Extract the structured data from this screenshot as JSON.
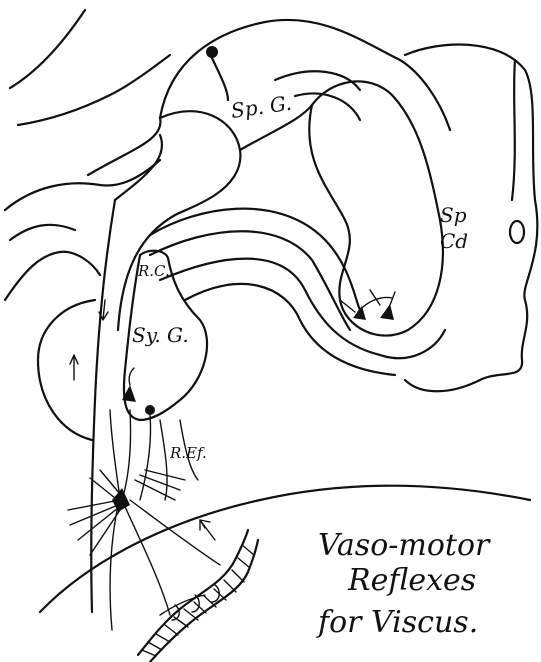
{
  "labels": {
    "spinal_ganglion": "Sp. G.",
    "spinal_cord": [
      "Sp",
      "Cd"
    ],
    "ramus_communicans": "R.C.",
    "sympathetic_ganglion": "Sy. G.",
    "ramus_efferent": "R.Ef."
  },
  "title_lines": [
    "Vaso-motor",
    "Reflexes",
    "for Viscus."
  ]
}
